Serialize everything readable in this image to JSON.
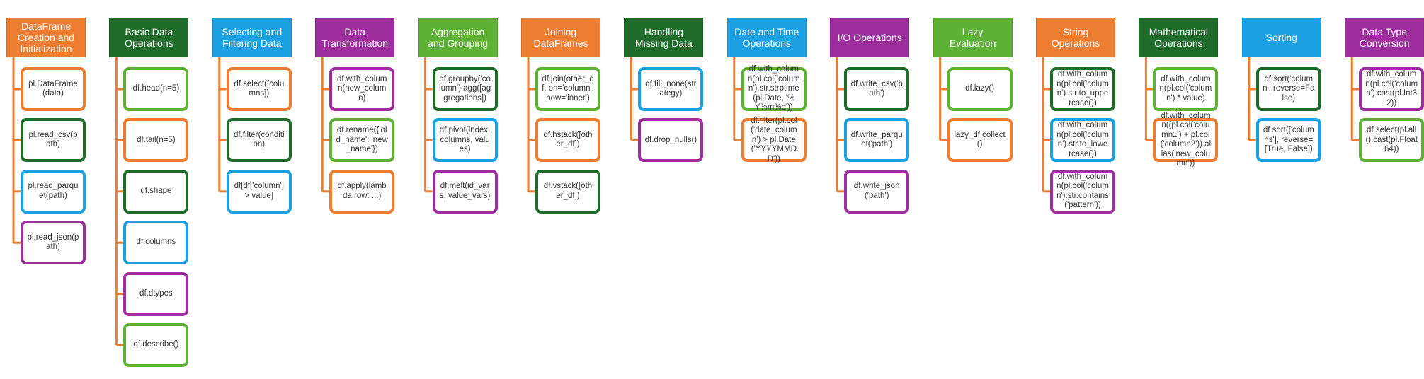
{
  "colors": {
    "orange": "#ED7D31",
    "green": "#1E6B2A",
    "blue": "#1BA1E2",
    "purple": "#9E2E9E",
    "lime": "#5DB135"
  },
  "columns": [
    {
      "id": "dataframe-creation",
      "title": "DataFrame Creation and Initialization",
      "color": "orange",
      "items": [
        {
          "text": "pl.DataFrame(data)",
          "color": "orange"
        },
        {
          "text": "pl.read_csv(path)",
          "color": "green"
        },
        {
          "text": "pl.read_parquet(path)",
          "color": "blue"
        },
        {
          "text": "pl.read_json(path)",
          "color": "purple"
        }
      ]
    },
    {
      "id": "basic-data-operations",
      "title": "Basic Data Operations",
      "color": "green",
      "items": [
        {
          "text": "df.head(n=5)",
          "color": "lime"
        },
        {
          "text": "df.tail(n=5)",
          "color": "orange"
        },
        {
          "text": "df.shape",
          "color": "green"
        },
        {
          "text": "df.columns",
          "color": "blue"
        },
        {
          "text": "df.dtypes",
          "color": "purple"
        },
        {
          "text": "df.describe()",
          "color": "lime"
        }
      ]
    },
    {
      "id": "selecting-filtering",
      "title": "Selecting and Filtering Data",
      "color": "blue",
      "items": [
        {
          "text": "df.select([columns])",
          "color": "orange"
        },
        {
          "text": "df.filter(condition)",
          "color": "green"
        },
        {
          "text": "df[df['column'] > value]",
          "color": "blue"
        }
      ]
    },
    {
      "id": "data-transformation",
      "title": "Data Transformation",
      "color": "purple",
      "items": [
        {
          "text": "df.with_column(new_column)",
          "color": "purple"
        },
        {
          "text": "df.rename({'old_name': 'new_name'})",
          "color": "lime"
        },
        {
          "text": "df.apply(lambda row: ...)",
          "color": "orange"
        }
      ]
    },
    {
      "id": "aggregation-grouping",
      "title": "Aggregation and Grouping",
      "color": "lime",
      "items": [
        {
          "text": "df.groupby('column').agg([aggregations])",
          "color": "green"
        },
        {
          "text": "df.pivot(index, columns, values)",
          "color": "blue"
        },
        {
          "text": "df.melt(id_vars, value_vars)",
          "color": "purple"
        }
      ]
    },
    {
      "id": "joining-dataframes",
      "title": "Joining DataFrames",
      "color": "orange",
      "items": [
        {
          "text": "df.join(other_df, on='column', how='inner')",
          "color": "lime"
        },
        {
          "text": "df.hstack([other_df])",
          "color": "orange"
        },
        {
          "text": "df.vstack([other_df])",
          "color": "green"
        }
      ]
    },
    {
      "id": "handling-missing-data",
      "title": "Handling Missing Data",
      "color": "green",
      "items": [
        {
          "text": "df.fill_none(strategy)",
          "color": "blue"
        },
        {
          "text": "df.drop_nulls()",
          "color": "purple"
        }
      ]
    },
    {
      "id": "date-time-operations",
      "title": "Date and Time Operations",
      "color": "blue",
      "items": [
        {
          "text": "df.with_column(pl.col('column').str.strptime(pl.Date, '%Y%m%d'))",
          "color": "lime"
        },
        {
          "text": "df.filter(pl.col('date_column') > pl.Date('YYYYMMDD'))",
          "color": "orange"
        }
      ]
    },
    {
      "id": "io-operations",
      "title": "I/O Operations",
      "color": "purple",
      "items": [
        {
          "text": "df.write_csv('path')",
          "color": "green"
        },
        {
          "text": "df.write_parquet('path')",
          "color": "blue"
        },
        {
          "text": "df.write_json('path')",
          "color": "purple"
        }
      ]
    },
    {
      "id": "lazy-evaluation",
      "title": "Lazy Evaluation",
      "color": "lime",
      "items": [
        {
          "text": "df.lazy()",
          "color": "lime"
        },
        {
          "text": "lazy_df.collect()",
          "color": "orange"
        }
      ]
    },
    {
      "id": "string-operations",
      "title": "String Operations",
      "color": "orange",
      "items": [
        {
          "text": "df.with_column(pl.col('column').str.to_uppercase())",
          "color": "green"
        },
        {
          "text": "df.with_column(pl.col('column').str.to_lowercase())",
          "color": "blue"
        },
        {
          "text": "df.with_column(pl.col('column').str.contains('pattern'))",
          "color": "purple"
        }
      ]
    },
    {
      "id": "mathematical-operations",
      "title": "Mathematical Operations",
      "color": "green",
      "items": [
        {
          "text": "df.with_column(pl.col('column') * value)",
          "color": "lime"
        },
        {
          "text": "df.with_column((pl.col('column1') + pl.col('column2')).alias('new_column'))",
          "color": "orange"
        }
      ]
    },
    {
      "id": "sorting",
      "title": "Sorting",
      "color": "blue",
      "items": [
        {
          "text": "df.sort('column', reverse=False)",
          "color": "green"
        },
        {
          "text": "df.sort(['columns'], reverse=[True, False])",
          "color": "blue"
        }
      ]
    },
    {
      "id": "data-type-conversion",
      "title": "Data Type Conversion",
      "color": "purple",
      "items": [
        {
          "text": "df.with_column(pl.col('column').cast(pl.Int32))",
          "color": "purple"
        },
        {
          "text": "df.select(pl.all().cast(pl.Float64))",
          "color": "lime"
        }
      ]
    }
  ]
}
